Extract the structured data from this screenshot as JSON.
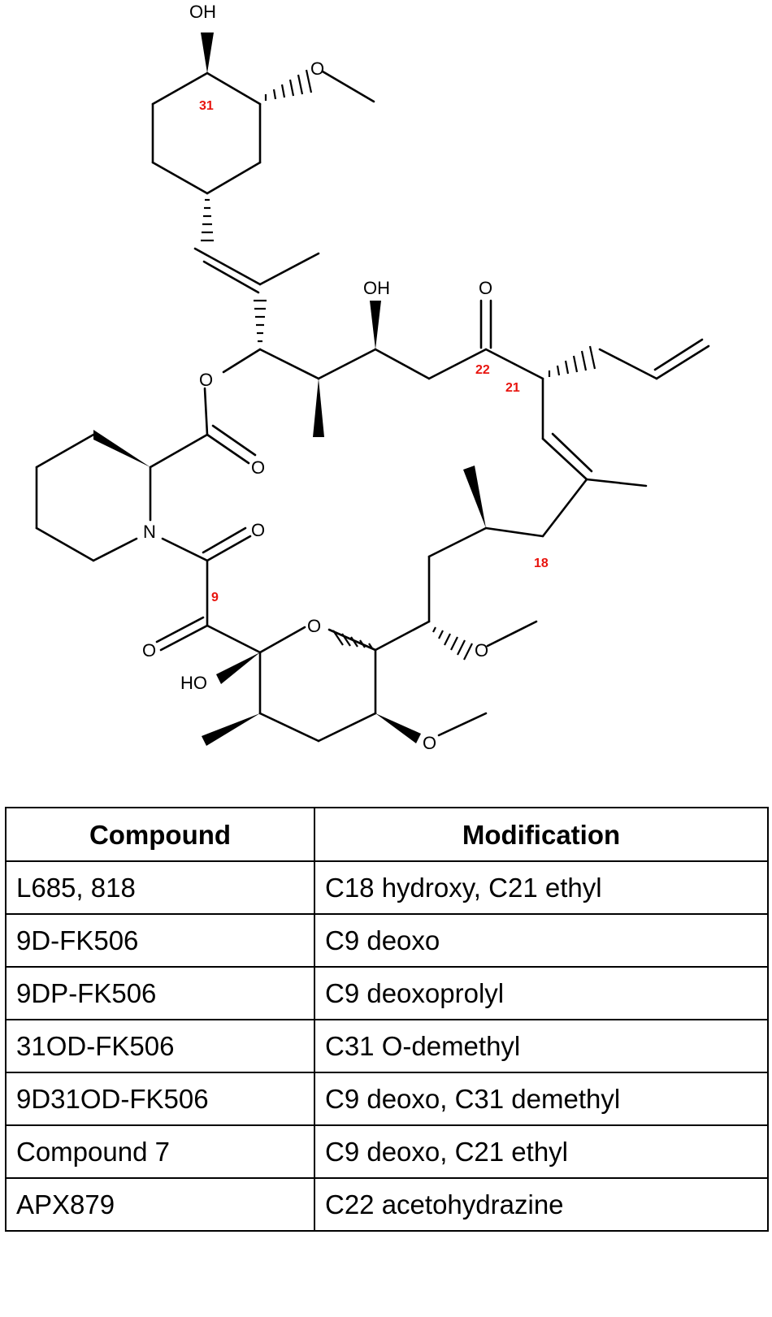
{
  "structure": {
    "atom_labels": {
      "oh_top": "OH",
      "o_methoxy_top": "O",
      "oh_mid": "OH",
      "o_ketone22": "O",
      "o_ester_ring": "O",
      "o_ester_carbonyl": "O",
      "n_pipecolyl": "N",
      "o_amide": "O",
      "o_ketone9": "O",
      "o_pyran": "O",
      "ho_hemiketal": "HO",
      "o_methoxy_mid": "O",
      "o_methoxy_low": "O"
    },
    "position_labels": {
      "c31": "31",
      "c22": "22",
      "c21": "21",
      "c18": "18",
      "c9": "9"
    },
    "label_color": "#e8140e"
  },
  "table": {
    "headers": [
      "Compound",
      "Modification"
    ],
    "rows": [
      [
        "L685, 818",
        "C18 hydroxy, C21 ethyl"
      ],
      [
        "9D-FK506",
        "C9 deoxo"
      ],
      [
        "9DP-FK506",
        "C9 deoxoprolyl"
      ],
      [
        "31OD-FK506",
        "C31 O-demethyl"
      ],
      [
        "9D31OD-FK506",
        "C9 deoxo, C31 demethyl"
      ],
      [
        "Compound 7",
        "C9 deoxo, C21 ethyl"
      ],
      [
        "APX879",
        "C22 acetohydrazine"
      ]
    ]
  }
}
